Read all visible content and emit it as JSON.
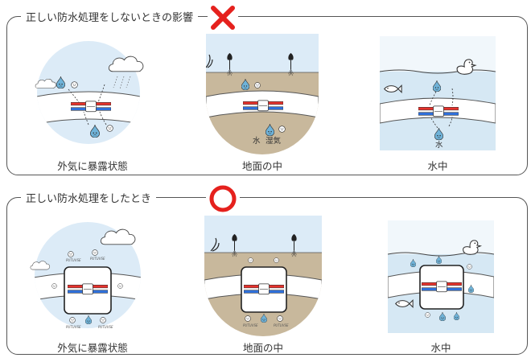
{
  "bad_section": {
    "title": "正しい防水処理をしないときの影響",
    "mark": "cross",
    "mark_color": "#e5211d",
    "scenes": [
      {
        "caption": "外気に暴露状態",
        "labels": []
      },
      {
        "caption": "地面の中",
        "labels": [
          "水",
          "湿気"
        ]
      },
      {
        "caption": "水中",
        "labels": [
          "水"
        ]
      }
    ]
  },
  "good_section": {
    "title": "正しい防水処理をしたとき",
    "mark": "circle",
    "mark_color": "#e5211d",
    "scenes": [
      {
        "caption": "外気に暴露状態"
      },
      {
        "caption": "地面の中"
      },
      {
        "caption": "水中"
      }
    ]
  },
  "colors": {
    "sky": "#dcebf7",
    "soil": "#c8b89c",
    "water": "#d6e8f4",
    "pipe_hot": "#e8322c",
    "pipe_cold": "#2f6fd8"
  }
}
